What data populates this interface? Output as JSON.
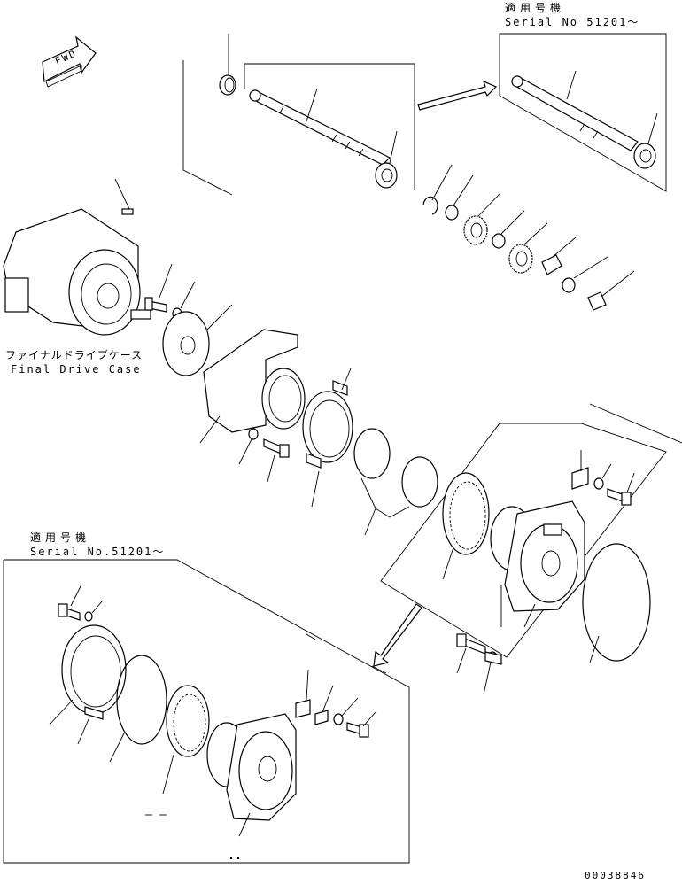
{
  "labels": {
    "top_serial_jp": "適用号機",
    "top_serial_en": "Serial No 51201〜",
    "final_drive_jp": "ファイナルドライブケース",
    "final_drive_en": "Final Drive Case",
    "bottom_serial_jp": "適用号機",
    "bottom_serial_en": "Serial No.51201〜",
    "fwd": "FWD",
    "drawing_number": "00038846"
  }
}
